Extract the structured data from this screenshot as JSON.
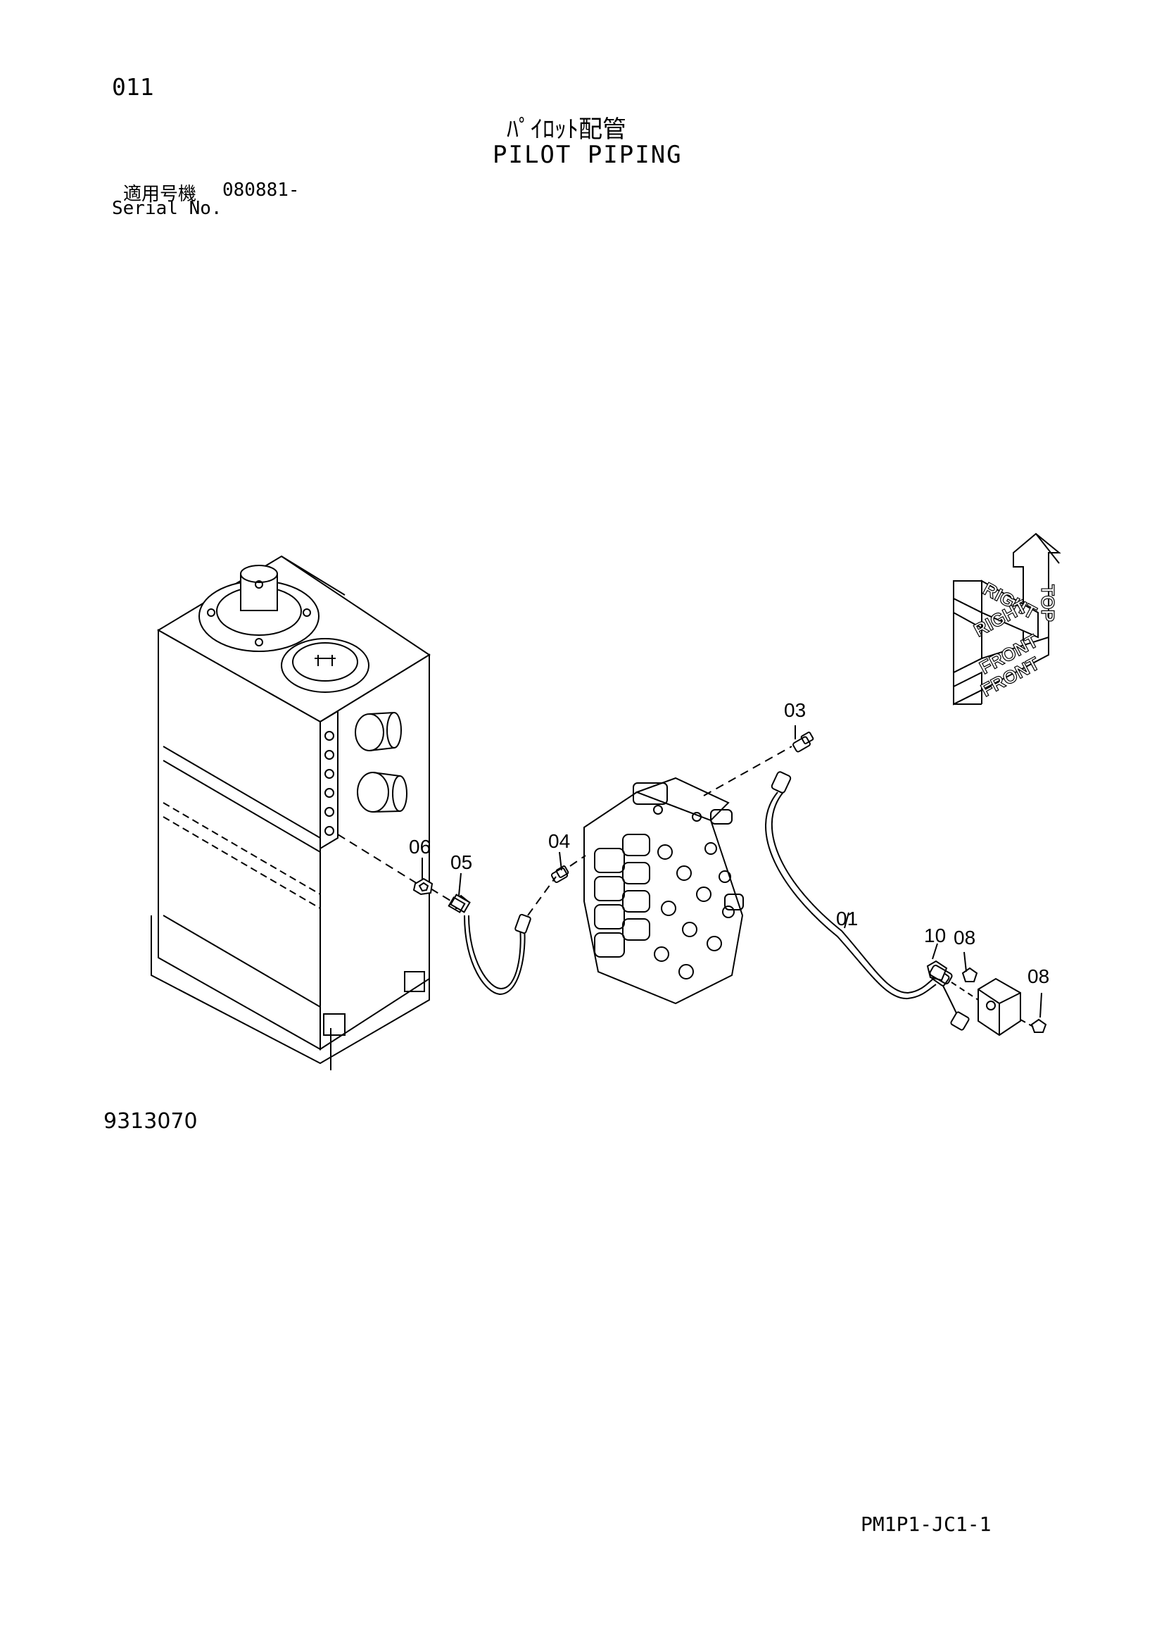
{
  "header": {
    "page_number": "011",
    "title_jp": "ﾊﾟｲﾛｯﾄ配管",
    "title_en": "PILOT PIPING",
    "serial_label_jp": "適用号機",
    "serial_value": "080881-",
    "serial_label_en": "Serial No."
  },
  "callouts": [
    "01",
    "03",
    "04",
    "05",
    "06",
    "08",
    "08",
    "10"
  ],
  "orientation": {
    "top": "TOP",
    "right": "RIGHT",
    "front": "FRONT"
  },
  "footer": {
    "diagram_number": "9313070",
    "page_code": "PM1P1-JC1-1"
  }
}
